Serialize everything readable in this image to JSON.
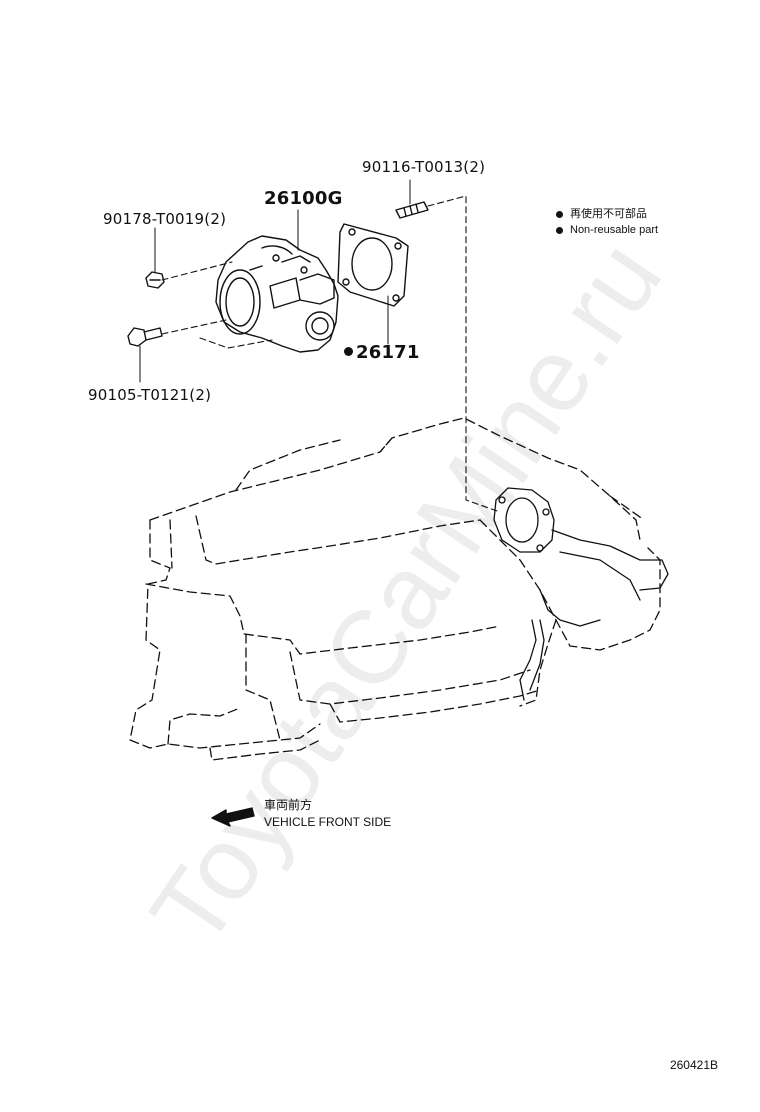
{
  "callouts": {
    "stud": "90116-T0013(2)",
    "throttle_body": "26100G",
    "nut": "90178-T0019(2)",
    "gasket": "26171",
    "bolt": "90105-T0121(2)"
  },
  "legend": {
    "jp": "再使用不可部品",
    "en": "Non-reusable part"
  },
  "direction": {
    "jp": "車両前方",
    "en": "VEHICLE FRONT SIDE"
  },
  "figure_code": "260421B",
  "watermark": "ToyotaCarMine.ru"
}
